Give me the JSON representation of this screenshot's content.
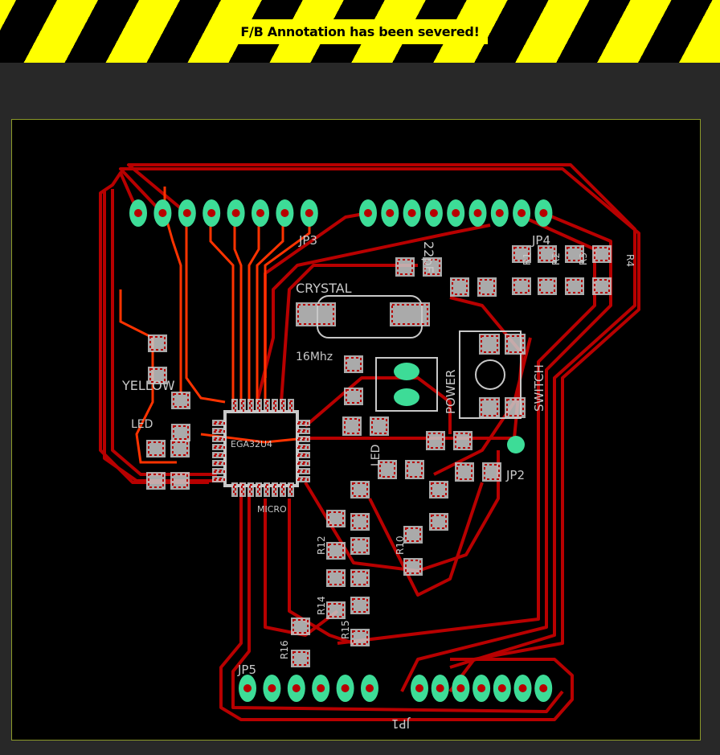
{
  "banner": {
    "message": "F/B Annotation has been severed!"
  },
  "colors": {
    "trace_top": "#b80000",
    "trace_bottom": "#ff3300",
    "pad": "#3ddc97",
    "smd": "#c8c8c8",
    "outline": "#8c9a2a"
  },
  "labels": {
    "jp3": "JP3",
    "jp4": "JP4",
    "jp5": "JP5",
    "jp1": "JP1",
    "jp2": "JP2",
    "crystal": "CRYSTAL",
    "freq": "16Mhz",
    "yellow": "YELLOW",
    "led1": "LED",
    "led2": "LED",
    "power": "POWER",
    "switch": "SWITCH",
    "micro": "MICRO",
    "mcu": "EGA32U4",
    "cap": "22pF",
    "r1": "R1",
    "r2": "R2",
    "r3": "R3",
    "r4": "R4",
    "r10": "R10",
    "r12": "R12",
    "r14": "R14",
    "r15": "R15",
    "r16": "R16"
  }
}
